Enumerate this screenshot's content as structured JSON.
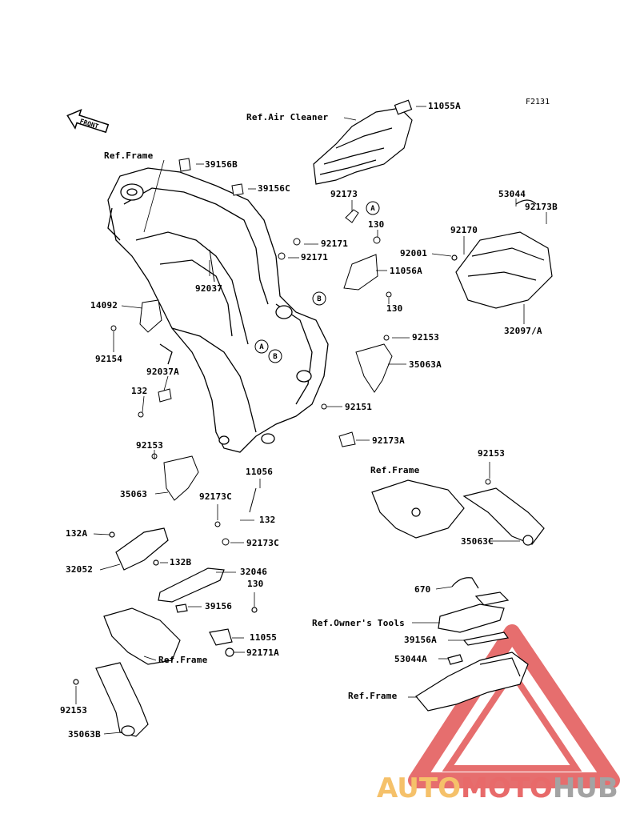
{
  "figure_id": "F2131",
  "front_marker": "FRONT",
  "callouts": [
    "A",
    "B",
    "A",
    "B"
  ],
  "labels": {
    "air_cleaner": "Ref.Air Cleaner",
    "p11055A": "11055A",
    "frame_top": "Ref.Frame",
    "p39156B": "39156B",
    "p39156C": "39156C",
    "p92173": "92173",
    "p53044": "53044",
    "p92173B": "92173B",
    "p130_top": "130",
    "p92170": "92170",
    "p92171_1": "92171",
    "p92171_2": "92171",
    "p92001": "92001",
    "p11056A": "11056A",
    "p92037": "92037",
    "p130_b": "130",
    "p14092": "14092",
    "p32097A": "32097/A",
    "p92153_r": "92153",
    "p92154": "92154",
    "p35063A": "35063A",
    "p92037A": "92037A",
    "p132_l": "132",
    "p92151": "92151",
    "p92173A": "92173A",
    "p92153_l": "92153",
    "p11056": "11056",
    "p92153_rr": "92153",
    "frame_mid": "Ref.Frame",
    "p35063": "35063",
    "p92173C_1": "92173C",
    "p132_m": "132",
    "p92173C_2": "92173C",
    "p35063C": "35063C",
    "p132A": "132A",
    "p32052": "32052",
    "p132B": "132B",
    "p32046": "32046",
    "p670": "670",
    "p130_m": "130",
    "p39156": "39156",
    "owners_tools": "Ref.Owner's Tools",
    "p11055": "11055",
    "p39156A": "39156A",
    "frame_low": "Ref.Frame",
    "p92171A": "92171A",
    "p53044A": "53044A",
    "frame_rear": "Ref.Frame",
    "p92153_bl": "92153",
    "p35063B": "35063B"
  },
  "watermark": {
    "part1": "AUTO",
    "part2": "MOTO",
    "part3": "HUB"
  },
  "colors": {
    "line": "#000000",
    "watermark_red": "#e25555",
    "watermark_yellow": "#f5c16a",
    "watermark_gray": "#a3a3a3"
  }
}
